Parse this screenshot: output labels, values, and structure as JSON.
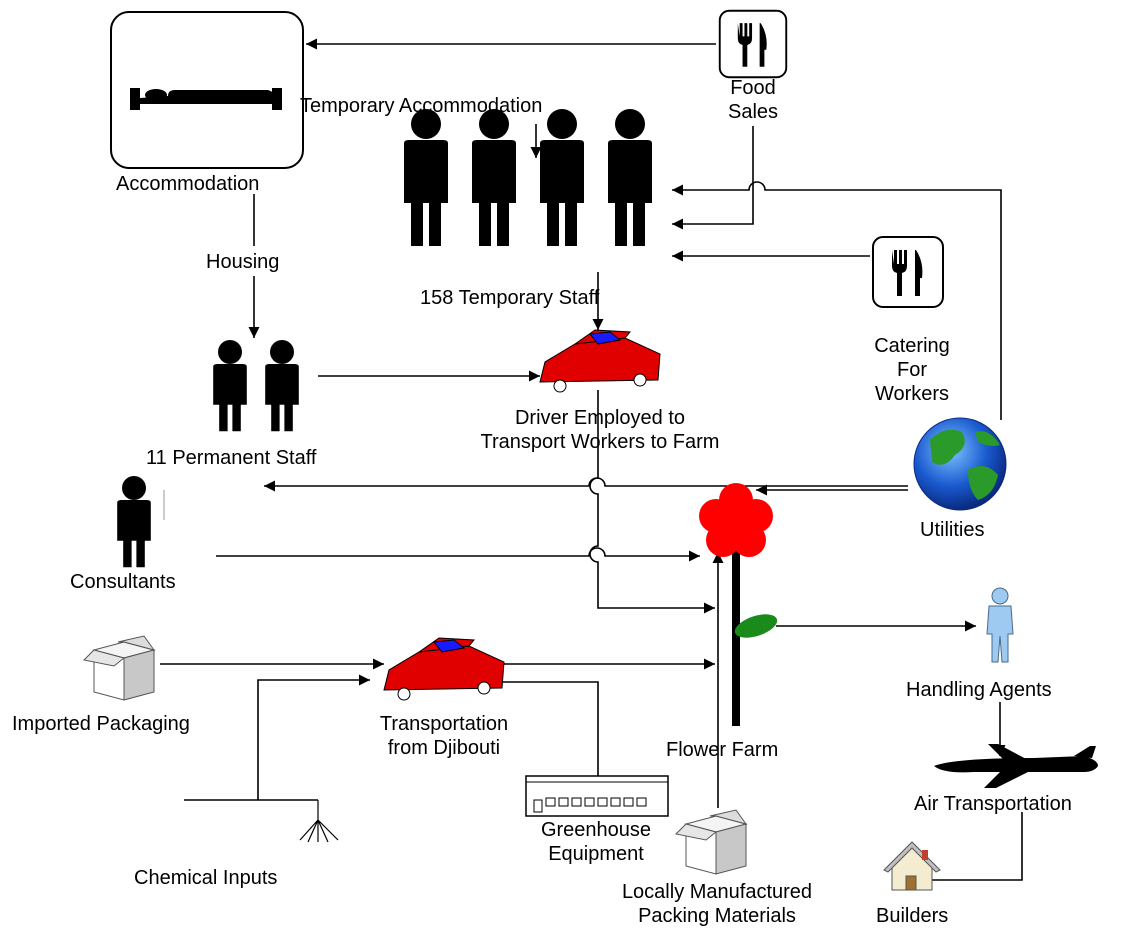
{
  "labels": {
    "accommodation": "Accommodation",
    "temporary_accommodation": "Temporary Accommodation",
    "food_sales": "Food\nSales",
    "temporary_staff": "158 Temporary Staff",
    "housing": "Housing",
    "catering": "Catering\nFor\nWorkers",
    "permanent_staff": "11 Permanent Staff",
    "driver": "Driver Employed to\nTransport Workers to Farm",
    "utilities": "Utilities",
    "consultants": "Consultants",
    "imported_packaging": "Imported Packaging",
    "transportation": "Transportation\nfrom Djibouti",
    "flower_farm": "Flower Farm",
    "handling_agents": "Handling Agents",
    "air_transportation": "Air Transportation",
    "greenhouse": "Greenhouse\nEquipment",
    "chemical_inputs": "Chemical Inputs",
    "local_packing": "Locally Manufactured\nPacking Materials",
    "builders": "Builders"
  },
  "icons": {
    "bed": "bed-icon",
    "cutlery": "cutlery-icon",
    "person": "person-icon",
    "car": "car-icon",
    "globe": "globe-icon",
    "flower": "flower-icon",
    "box": "box-icon",
    "greenhouse": "greenhouse-icon",
    "airplane": "airplane-icon",
    "house": "house-icon",
    "handling_agent": "worker-icon"
  },
  "colors": {
    "car_body": "#e00000",
    "car_window": "#1a1aff",
    "flower_petal": "#ff0000",
    "leaf": "#1a8a1a",
    "globe_blue": "#1a5ad0",
    "globe_green": "#2a9a2a",
    "agent_blue": "#9ec9f0"
  }
}
